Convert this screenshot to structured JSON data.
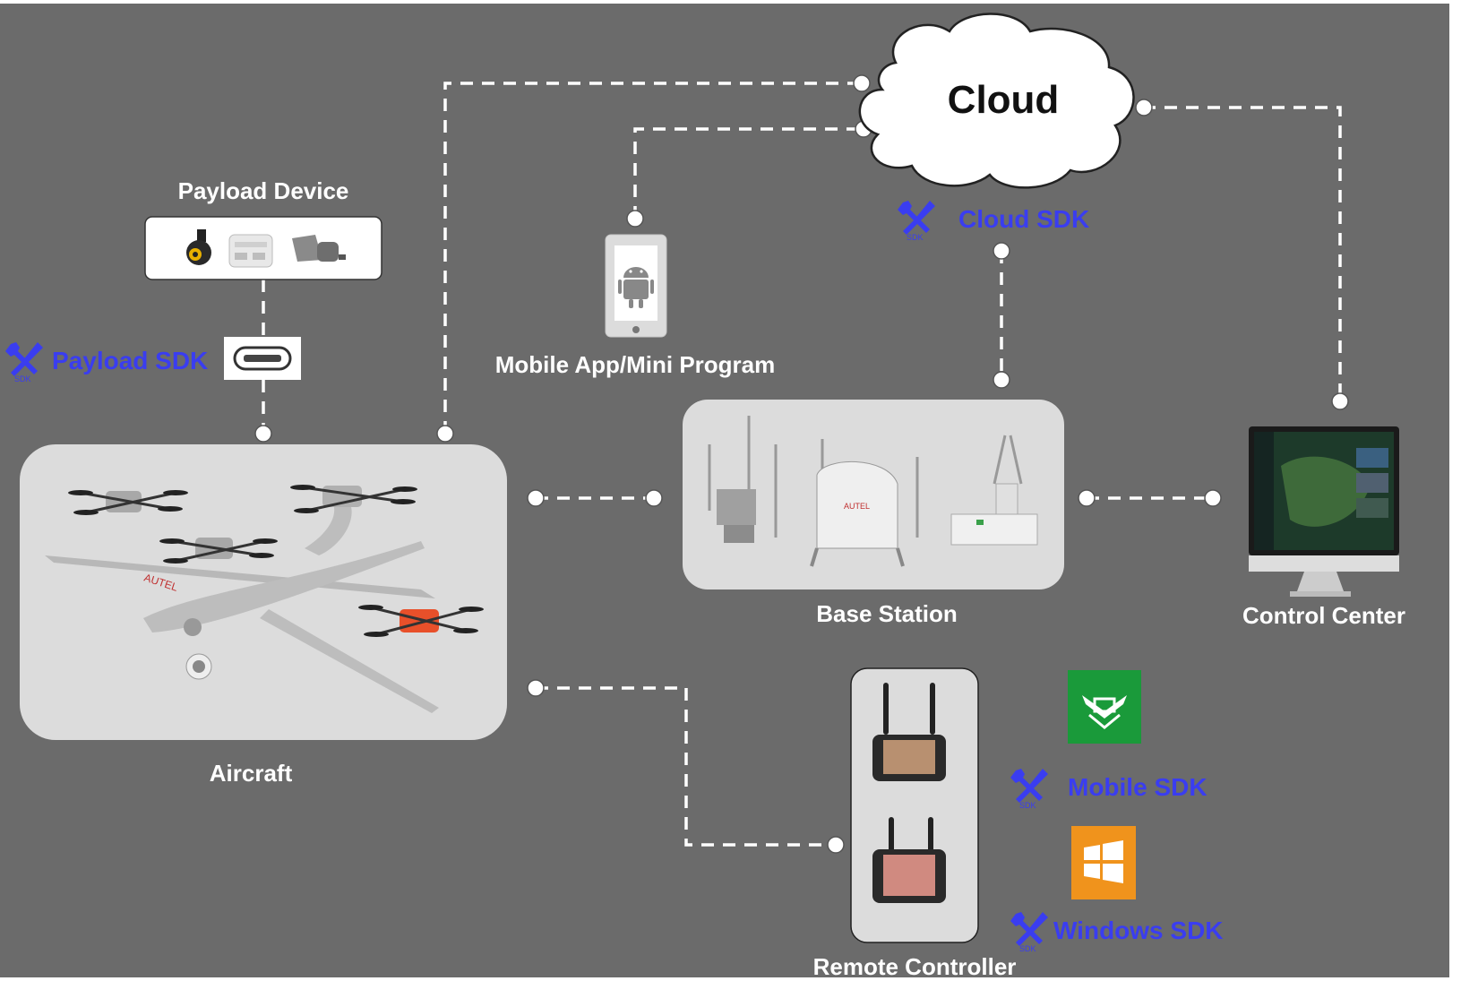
{
  "nodes": {
    "cloud": "Cloud",
    "payload_device": "Payload Device",
    "mobile_app": "Mobile App/Mini Program",
    "base_station": "Base Station",
    "control_center": "Control Center",
    "aircraft": "Aircraft",
    "remote_controller": "Remote Controller"
  },
  "sdks": {
    "payload": "Payload SDK",
    "cloud": "Cloud SDK",
    "mobile": "Mobile SDK",
    "windows": "Windows SDK",
    "icon_badge": "SDK"
  },
  "icons": [
    "wrench-screwdriver-sdk-icon",
    "android-phone-icon",
    "usb-c-port-icon",
    "autel-app-icon",
    "windows-logo-icon",
    "monitor-icon"
  ],
  "colors": {
    "background": "#6b6b6b",
    "sdk_text": "#3a3df0",
    "label_text": "#ffffff",
    "panel": "#dcdcdc",
    "app_green": "#1a9a3a",
    "windows_orange": "#f0931c"
  }
}
